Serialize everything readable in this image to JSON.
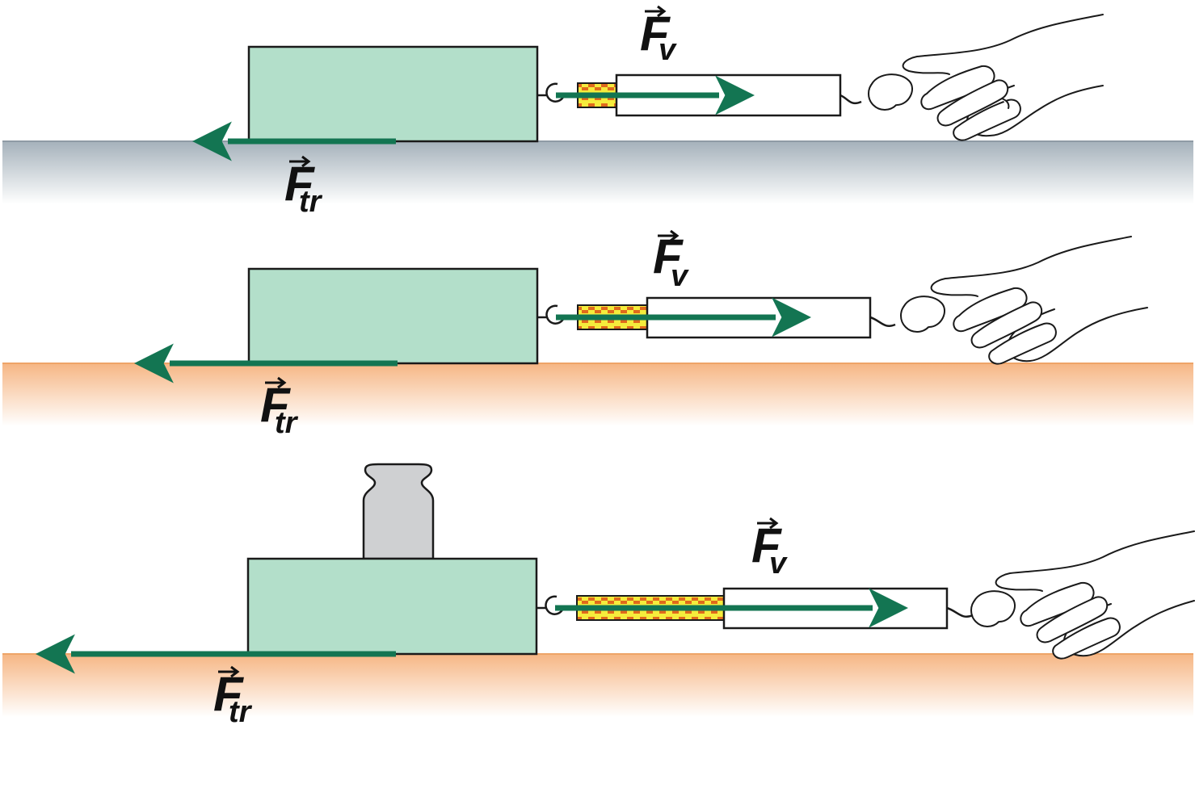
{
  "colors": {
    "block_fill": "#b3dfca",
    "block_stroke": "#1a1a1a",
    "arrow": "#137552",
    "surface_smooth": "#a5b1bb",
    "surface_rough": "#f6b684",
    "spring_outer": "#e06a1c",
    "spring_inner": "#f5ec3c",
    "weight_fill": "#cfd0d2"
  },
  "icons": {
    "hand": "hand-icon",
    "weight": "weight-icon",
    "spring_scale": "spring-scale-icon"
  },
  "panels": [
    {
      "surface": "smooth",
      "has_weight": false,
      "pull_label": {
        "main": "F",
        "sub": "v"
      },
      "friction_label": {
        "main": "F",
        "sub": "tr"
      }
    },
    {
      "surface": "rough",
      "has_weight": false,
      "pull_label": {
        "main": "F",
        "sub": "v"
      },
      "friction_label": {
        "main": "F",
        "sub": "tr"
      }
    },
    {
      "surface": "rough",
      "has_weight": true,
      "pull_label": {
        "main": "F",
        "sub": "v"
      },
      "friction_label": {
        "main": "F",
        "sub": "tr"
      }
    }
  ]
}
